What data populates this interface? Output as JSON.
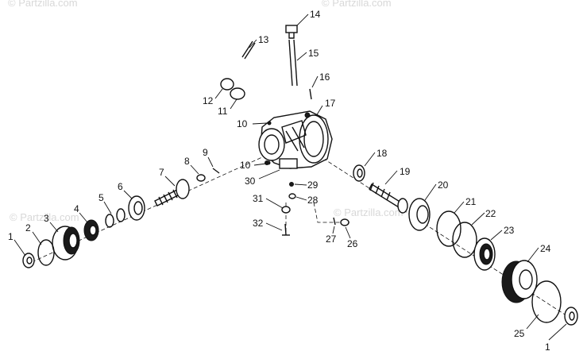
{
  "watermarks": [
    "© Partzilla.com",
    "© Partzilla.com",
    "© Partzilla.com",
    "© Partzilla.com"
  ],
  "callouts": [
    "1",
    "2",
    "3",
    "4",
    "5",
    "6",
    "7",
    "8",
    "9",
    "10",
    "10",
    "11",
    "12",
    "13",
    "14",
    "15",
    "16",
    "17",
    "18",
    "19",
    "20",
    "21",
    "22",
    "23",
    "24",
    "25",
    "1",
    "26",
    "27",
    "28",
    "29",
    "30",
    "31",
    "32"
  ]
}
